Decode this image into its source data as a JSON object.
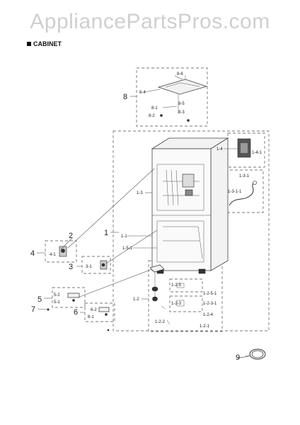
{
  "watermark": "AppliancePartsPros.com",
  "section_title": "CABINET",
  "labels": {
    "l8": "8",
    "l8_6": "8-6",
    "l8_4": "8-4",
    "l8_5": "8-5",
    "l8_1": "8-1",
    "l8_2": "8-2",
    "l8_3": "8-3",
    "l1_4": "1-4",
    "l1_4_1": "1-4-1",
    "l1_3": "1-3",
    "l1_3_1": "1-3-1",
    "l1_3_1_1": "1-3-1-1",
    "l1": "1",
    "l1_1": "1-1",
    "l1_5_1": "1-5-1",
    "l2": "2",
    "l4": "4",
    "l4_1": "4-1",
    "l3": "3",
    "l3_1": "3-1",
    "l5": "5",
    "l5_2": "5-2",
    "l5_1": "5-1",
    "l7": "7",
    "l6": "6",
    "l6_2": "6-2",
    "l6_1": "6-1",
    "l1_2": "1-2",
    "l1_2_5": "1-2-5",
    "l1_2_5_1": "1-2-5-1",
    "l1_2_3": "1-2-3",
    "l1_2_3_1": "1-2-3-1",
    "l1_2_4": "1-2-4",
    "l1_2_2": "1-2-2",
    "l1_2_1": "1-2-1",
    "l9": "9"
  }
}
